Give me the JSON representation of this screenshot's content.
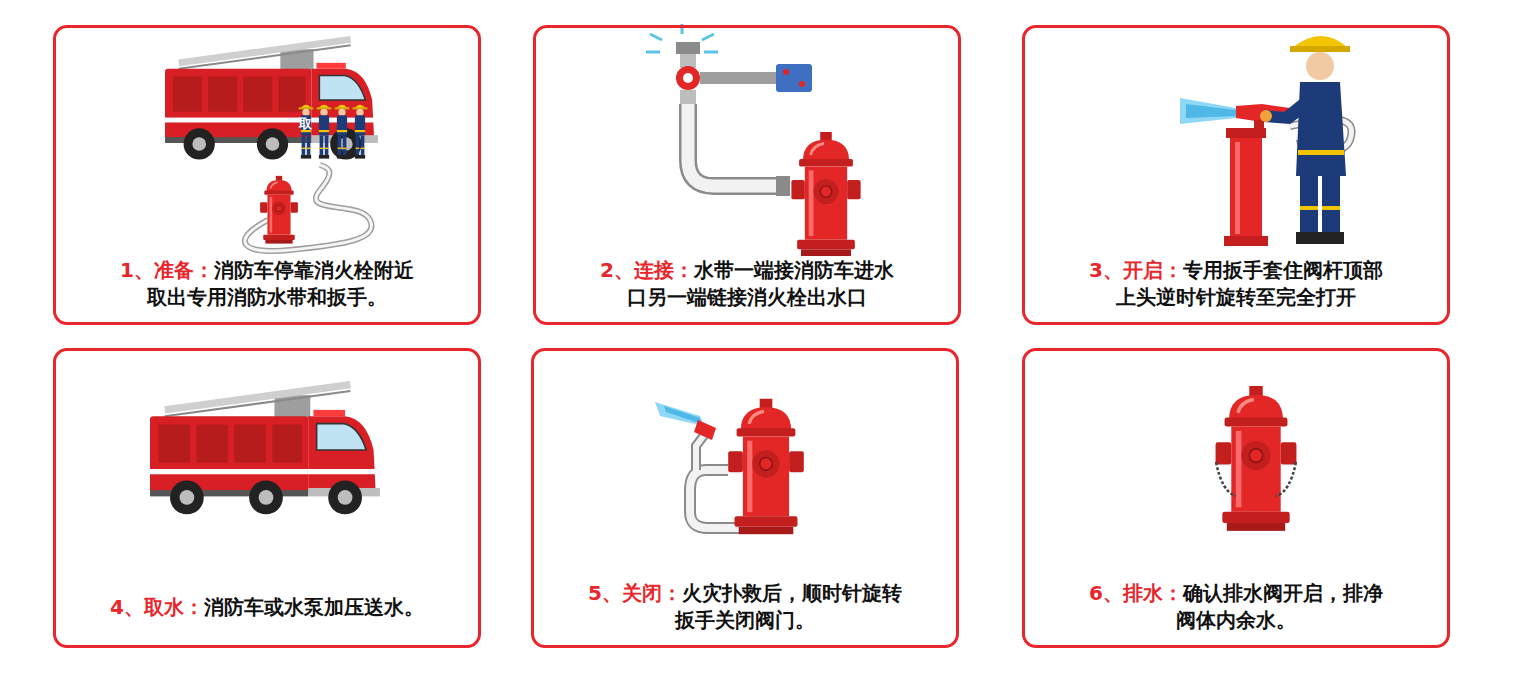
{
  "diagram": {
    "nodes": [
      {
        "text": [
          "1、准备：",
          "消防车停靠消火栓附近 取出专用消防水带和扳手。"
        ]
      },
      {
        "text": [
          "2、连接：",
          "水带一端接消防车进水 口另一端链接消火栓出水口"
        ]
      },
      {
        "text": [
          "3、开启：",
          "专用扳手套住阀杆顶部 上头逆时针旋转至完全打开"
        ]
      },
      {
        "text": [
          "4、取水：",
          "消防车或水泵加压送水。"
        ]
      },
      {
        "text": [
          "5、关闭：",
          "火灾扑救后，顺时针旋转 扳手关闭阀门。"
        ]
      },
      {
        "text": [
          "6、排水：",
          "确认排水阀开启，排净 阀体内余水。"
        ]
      }
    ],
    "labels": [
      "取"
    ]
  }
}
